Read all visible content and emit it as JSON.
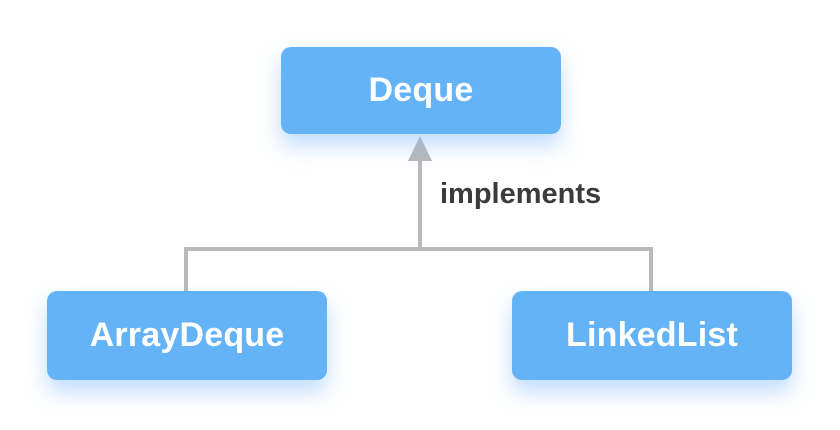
{
  "diagram": {
    "type": "class-hierarchy",
    "nodes": [
      {
        "id": "deque",
        "label": "Deque",
        "role": "interface"
      },
      {
        "id": "arraydeque",
        "label": "ArrayDeque",
        "role": "implementation"
      },
      {
        "id": "linkedlist",
        "label": "LinkedList",
        "role": "implementation"
      }
    ],
    "edges": [
      {
        "from": "arraydeque",
        "to": "deque",
        "label": "implements"
      },
      {
        "from": "linkedlist",
        "to": "deque",
        "label": "implements"
      }
    ],
    "edge_label": "implements"
  },
  "colors": {
    "node-bg": "#64b3f7",
    "node-text": "#ffffff",
    "connector": "#b9b9b9",
    "edge-label-text": "#3b3b3b",
    "background": "#ffffff",
    "node-glow": "#78b4fa73"
  }
}
